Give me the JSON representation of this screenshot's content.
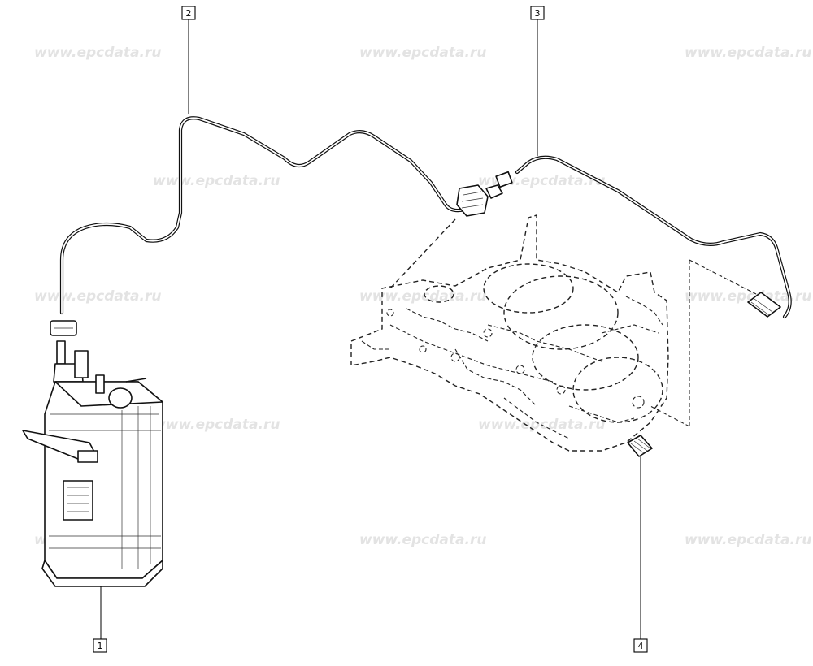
{
  "watermark": {
    "text": "www.epcdata.ru"
  },
  "callouts": [
    {
      "label": "1"
    },
    {
      "label": "2"
    },
    {
      "label": "3"
    },
    {
      "label": "4"
    }
  ]
}
